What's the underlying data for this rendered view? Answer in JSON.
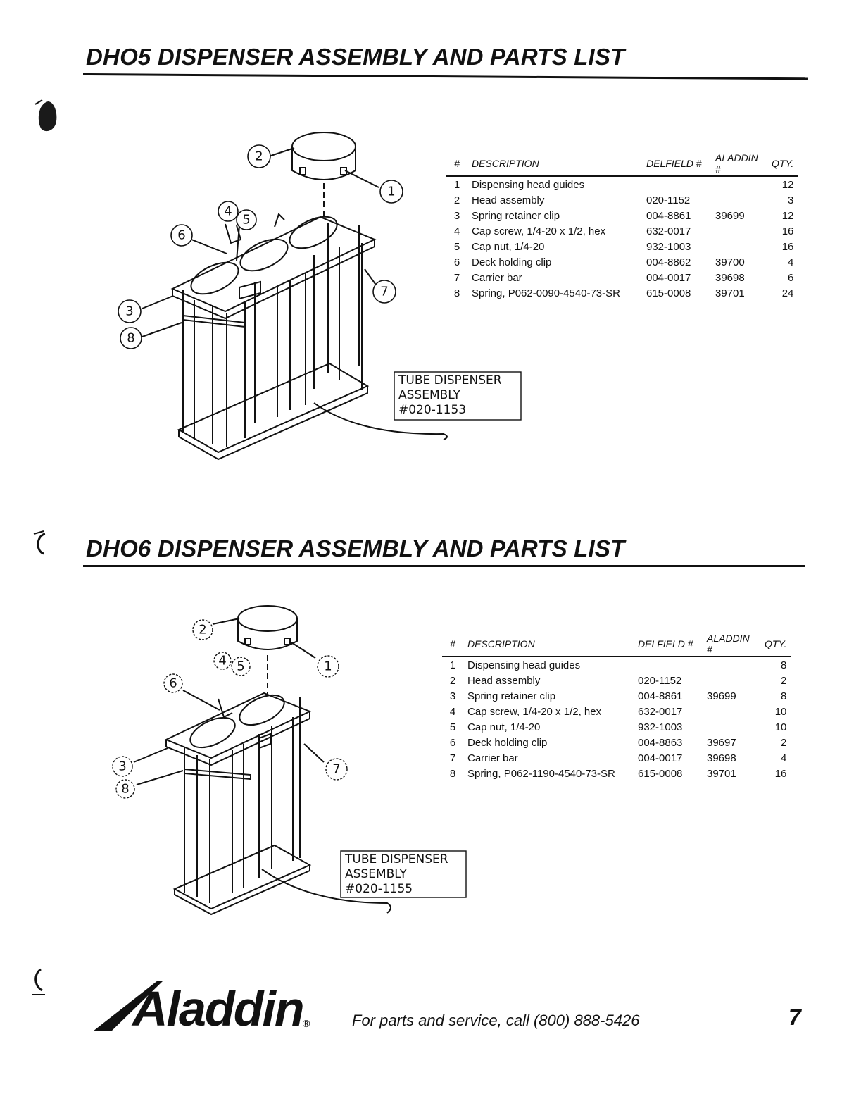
{
  "sections": [
    {
      "title": "DHO5 DISPENSER ASSEMBLY AND PARTS LIST",
      "callout_label_1": "TUBE DISPENSER",
      "callout_label_2": "ASSEMBLY",
      "callout_label_3": "#020-1153",
      "balloons": [
        "1",
        "2",
        "3",
        "4",
        "5",
        "6",
        "7",
        "8"
      ],
      "table": {
        "headers": [
          "#",
          "DESCRIPTION",
          "DELFIELD #",
          "ALADDIN #",
          "QTY."
        ],
        "rows": [
          {
            "num": "1",
            "desc": "Dispensing head guides",
            "delfield": "",
            "aladdin": "",
            "qty": "12"
          },
          {
            "num": "2",
            "desc": "Head assembly",
            "delfield": "020-1152",
            "aladdin": "",
            "qty": "3"
          },
          {
            "num": "3",
            "desc": "Spring retainer clip",
            "delfield": "004-8861",
            "aladdin": "39699",
            "qty": "12"
          },
          {
            "num": "4",
            "desc": "Cap screw, 1/4-20 x 1/2, hex",
            "delfield": "632-0017",
            "aladdin": "",
            "qty": "16"
          },
          {
            "num": "5",
            "desc": "Cap nut, 1/4-20",
            "delfield": "932-1003",
            "aladdin": "",
            "qty": "16"
          },
          {
            "num": "6",
            "desc": "Deck holding clip",
            "delfield": "004-8862",
            "aladdin": "39700",
            "qty": "4"
          },
          {
            "num": "7",
            "desc": "Carrier bar",
            "delfield": "004-0017",
            "aladdin": "39698",
            "qty": "6"
          },
          {
            "num": "8",
            "desc": "Spring, P062-0090-4540-73-SR",
            "delfield": "615-0008",
            "aladdin": "39701",
            "qty": "24"
          }
        ]
      }
    },
    {
      "title": "DHO6 DISPENSER ASSEMBLY AND PARTS LIST",
      "callout_label_1": "TUBE DISPENSER",
      "callout_label_2": "ASSEMBLY",
      "callout_label_3": "#020-1155",
      "balloons": [
        "1",
        "2",
        "3",
        "4",
        "5",
        "6",
        "7",
        "8"
      ],
      "table": {
        "headers": [
          "#",
          "DESCRIPTION",
          "DELFIELD #",
          "ALADDIN #",
          "QTY."
        ],
        "rows": [
          {
            "num": "1",
            "desc": "Dispensing head guides",
            "delfield": "",
            "aladdin": "",
            "qty": "8"
          },
          {
            "num": "2",
            "desc": "Head assembly",
            "delfield": "020-1152",
            "aladdin": "",
            "qty": "2"
          },
          {
            "num": "3",
            "desc": "Spring retainer clip",
            "delfield": "004-8861",
            "aladdin": "39699",
            "qty": "8"
          },
          {
            "num": "4",
            "desc": "Cap screw, 1/4-20 x 1/2, hex",
            "delfield": "632-0017",
            "aladdin": "",
            "qty": "10"
          },
          {
            "num": "5",
            "desc": "Cap nut, 1/4-20",
            "delfield": "932-1003",
            "aladdin": "",
            "qty": "10"
          },
          {
            "num": "6",
            "desc": "Deck holding clip",
            "delfield": "004-8863",
            "aladdin": "39697",
            "qty": "2"
          },
          {
            "num": "7",
            "desc": "Carrier bar",
            "delfield": "004-0017",
            "aladdin": "39698",
            "qty": "4"
          },
          {
            "num": "8",
            "desc": "Spring, P062-1190-4540-73-SR",
            "delfield": "615-0008",
            "aladdin": "39701",
            "qty": "16"
          }
        ]
      }
    }
  ],
  "footer": {
    "brand": "Aladdin",
    "registered": "®",
    "service_text": "For parts and service, call (800) 888-5426",
    "page_number": "7"
  },
  "colors": {
    "ink": "#111111",
    "paper": "#ffffff"
  }
}
